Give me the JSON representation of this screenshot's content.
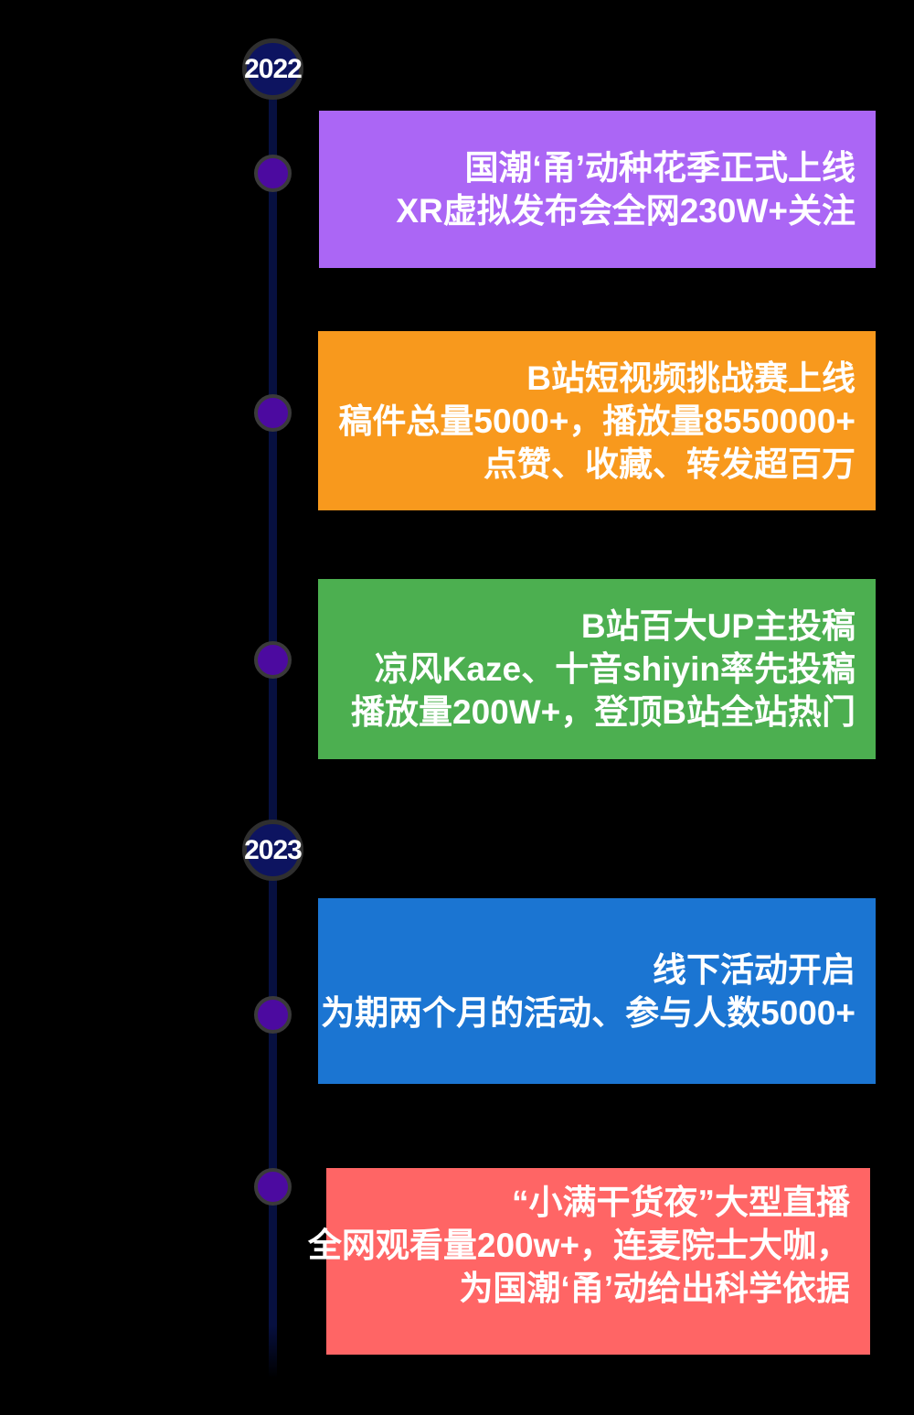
{
  "background_color": "#000000",
  "timeline": {
    "line_color": "#071040",
    "node_color": "#4c0aa0",
    "node_ring_color": "#3a3a3a",
    "year_circle_color": "#0d1460",
    "years": [
      {
        "label": "2022"
      },
      {
        "label": "2023"
      }
    ],
    "events": [
      {
        "color": "#ab66f5",
        "lines": [
          "国潮‘甬’动种花季正式上线",
          "XR虚拟发布会全网230W+关注"
        ]
      },
      {
        "color": "#f8991d",
        "lines": [
          "B站短视频挑战赛上线",
          "稿件总量5000+，播放量8550000+",
          "点赞、收藏、转发超百万"
        ]
      },
      {
        "color": "#4caf50",
        "lines": [
          "B站百大UP主投稿",
          "凉风Kaze、十音shiyin率先投稿",
          "播放量200W+，登顶B站全站热门"
        ]
      },
      {
        "color": "#1b75d2",
        "lines": [
          "线下活动开启",
          "为期两个月的活动、参与人数5000+"
        ]
      },
      {
        "color": "#ff6565",
        "lines": [
          "“小满干货夜”大型直播",
          "全网观看量200w+，连麦院士大咖，",
          "为国潮‘甬’动给出科学依据"
        ]
      }
    ]
  }
}
